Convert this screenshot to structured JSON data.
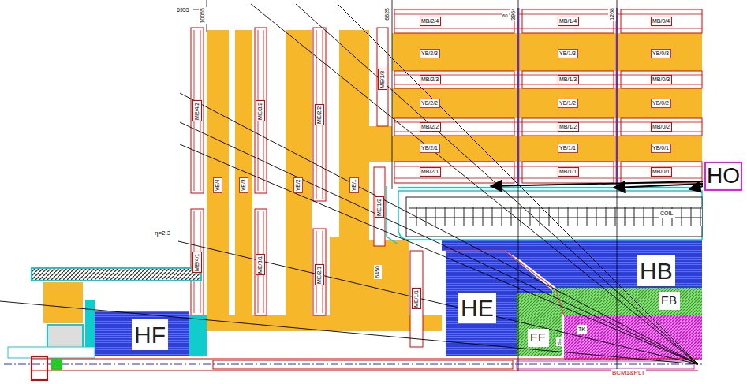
{
  "diagram": {
    "nodes": [
      {
        "text": [
          "MB/2/4"
        ]
      },
      {
        "text": [
          "MB/1/4"
        ]
      },
      {
        "text": [
          "MB/0/4"
        ]
      },
      {
        "text": [
          "YB/2/3"
        ]
      },
      {
        "text": [
          "YB/1/3"
        ]
      },
      {
        "text": [
          "YB/0/3"
        ]
      },
      {
        "text": [
          "MB/2/3"
        ]
      },
      {
        "text": [
          "MB/1/3"
        ]
      },
      {
        "text": [
          "MB/0/3"
        ]
      },
      {
        "text": [
          "YB/2/2"
        ]
      },
      {
        "text": [
          "YB/1/2"
        ]
      },
      {
        "text": [
          "YB/0/2"
        ]
      },
      {
        "text": [
          "MB/2/2"
        ]
      },
      {
        "text": [
          "MB/1/2"
        ]
      },
      {
        "text": [
          "MB/0/2"
        ]
      },
      {
        "text": [
          "YB/2/1"
        ]
      },
      {
        "text": [
          "YB/1/1"
        ]
      },
      {
        "text": [
          "YB/0/1"
        ]
      },
      {
        "text": [
          "MB/2/1"
        ]
      },
      {
        "text": [
          "MB/1/1"
        ]
      },
      {
        "text": [
          "MB/0/1"
        ]
      },
      {
        "text": [
          "ME/4/2"
        ]
      },
      {
        "text": [
          "ME/3/2"
        ]
      },
      {
        "text": [
          "ME/2/2"
        ]
      },
      {
        "text": [
          "ME/1/3"
        ]
      },
      {
        "text": [
          "YE/4"
        ]
      },
      {
        "text": [
          "YE/3"
        ]
      },
      {
        "text": [
          "YE/2"
        ]
      },
      {
        "text": [
          "YE/1"
        ]
      },
      {
        "text": [
          "HO"
        ]
      },
      {
        "text": [
          "ME/1/2"
        ]
      },
      {
        "text": [
          "COIL"
        ]
      },
      {
        "text": [
          "ME/4/1"
        ]
      },
      {
        "text": [
          "ME/3/1"
        ]
      },
      {
        "text": [
          "ME/2/1"
        ]
      },
      {
        "text": [
          "HB"
        ]
      },
      {
        "text": [
          "ME/1/1"
        ]
      },
      {
        "text": [
          "HE"
        ]
      },
      {
        "text": [
          "EB"
        ]
      },
      {
        "text": [
          "TK"
        ]
      },
      {
        "text": [
          "EE"
        ]
      },
      {
        "text": [
          "HF"
        ]
      }
    ],
    "labels": [
      "10055",
      "6955",
      "6625",
      "60",
      "3964",
      "1268",
      "η=2.3",
      "6450",
      "SE",
      "BCM1&PLT"
    ]
  }
}
